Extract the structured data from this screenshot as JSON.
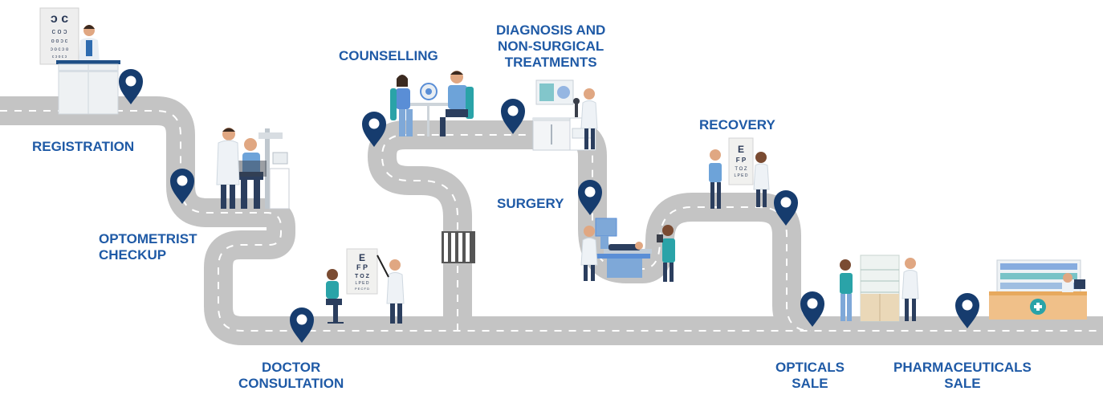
{
  "colors": {
    "road": "#c4c4c4",
    "road_dash": "#ffffff",
    "pin": "#163c6e",
    "label": "#1f5aa6",
    "accent_teal": "#2aa3a8",
    "accent_blue": "#5a8ed6"
  },
  "stages": [
    {
      "id": "registration",
      "lines": [
        "REGISTRATION"
      ],
      "icon": "pin-icon"
    },
    {
      "id": "optometrist-checkup",
      "lines": [
        "OPTOMETRIST",
        "CHECKUP"
      ],
      "icon": "pin-icon"
    },
    {
      "id": "doctor-consultation",
      "lines": [
        "DOCTOR",
        "CONSULTATION"
      ],
      "icon": "pin-icon"
    },
    {
      "id": "counselling",
      "lines": [
        "COUNSELLING"
      ],
      "icon": "pin-icon"
    },
    {
      "id": "diagnosis",
      "lines": [
        "DIAGNOSIS AND",
        "NON-SURGICAL",
        "TREATMENTS"
      ],
      "icon": "pin-icon"
    },
    {
      "id": "surgery",
      "lines": [
        "SURGERY"
      ],
      "icon": "pin-icon"
    },
    {
      "id": "recovery",
      "lines": [
        "RECOVERY"
      ],
      "icon": "pin-icon"
    },
    {
      "id": "opticals-sale",
      "lines": [
        "OPTICALS",
        "SALE"
      ],
      "icon": "pin-icon"
    },
    {
      "id": "pharmaceuticals-sale",
      "lines": [
        "PHARMACEUTICALS",
        "SALE"
      ],
      "icon": "pin-icon"
    }
  ],
  "eye_chart_letters": {
    "doctor_consultation": [
      "E",
      "F P",
      "T O Z",
      "L P E D",
      "P E C F D"
    ],
    "recovery": [
      "E",
      "F P",
      "T O Z",
      "L P E D"
    ]
  }
}
